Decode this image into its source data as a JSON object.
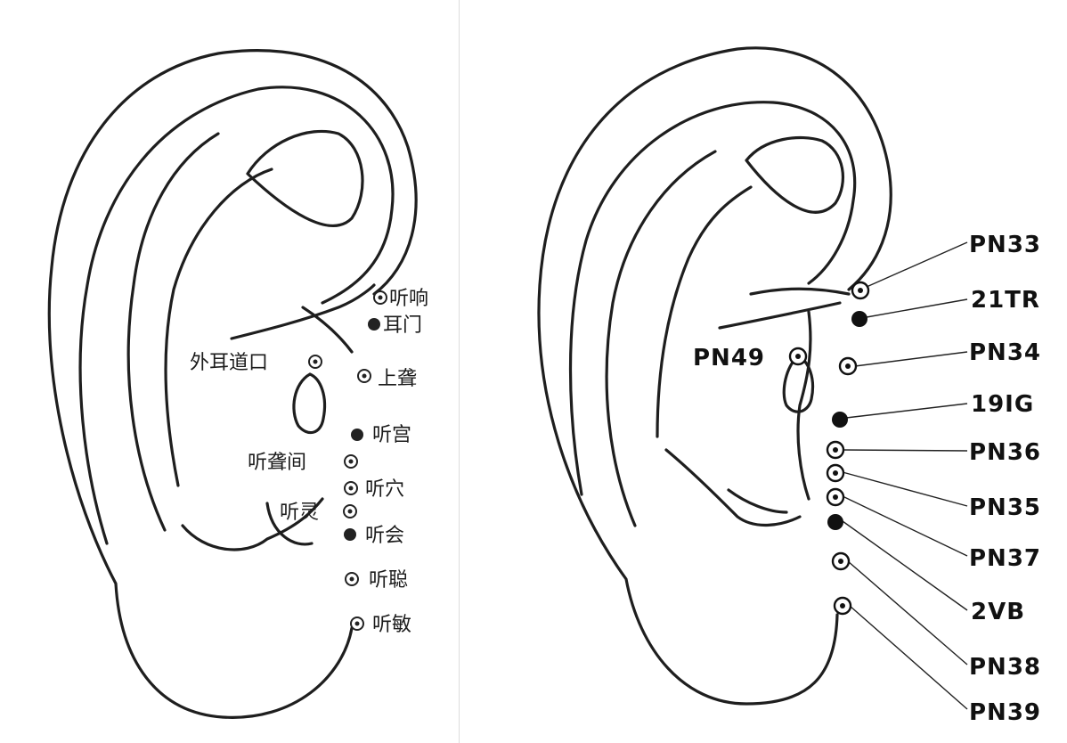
{
  "left_diagram": {
    "points": [
      {
        "id": "tingxiang",
        "label": "听响",
        "marker": "ring"
      },
      {
        "id": "ermen",
        "label": "耳门",
        "marker": "dot"
      },
      {
        "id": "waierdaokou",
        "label": "外耳道口",
        "marker": "ring"
      },
      {
        "id": "shanglong",
        "label": "上聋",
        "marker": "ring"
      },
      {
        "id": "tinggong",
        "label": "听宫",
        "marker": "dot"
      },
      {
        "id": "tinglongjian",
        "label": "听聋间",
        "marker": "ring"
      },
      {
        "id": "tingxue",
        "label": "听穴",
        "marker": "ring"
      },
      {
        "id": "tingling",
        "label": "听灵",
        "marker": "ring"
      },
      {
        "id": "tinghui",
        "label": "听会",
        "marker": "dot"
      },
      {
        "id": "tingcong",
        "label": "听聪",
        "marker": "ring"
      },
      {
        "id": "tingmin",
        "label": "听敏",
        "marker": "ring"
      }
    ]
  },
  "right_diagram": {
    "points": [
      {
        "id": "pn33",
        "label": "PN33",
        "marker": "ring"
      },
      {
        "id": "tr21",
        "label": "21TR",
        "marker": "dot"
      },
      {
        "id": "pn49",
        "label": "PN49",
        "marker": "ring"
      },
      {
        "id": "pn34",
        "label": "PN34",
        "marker": "ring"
      },
      {
        "id": "ig19",
        "label": "19IG",
        "marker": "dot"
      },
      {
        "id": "pn36",
        "label": "PN36",
        "marker": "ring"
      },
      {
        "id": "pn35",
        "label": "PN35",
        "marker": "ring"
      },
      {
        "id": "pn37",
        "label": "PN37",
        "marker": "ring"
      },
      {
        "id": "vb2",
        "label": "2VB",
        "marker": "dot"
      },
      {
        "id": "pn38",
        "label": "PN38",
        "marker": "ring"
      },
      {
        "id": "pn39",
        "label": "PN39",
        "marker": "ring"
      }
    ]
  }
}
